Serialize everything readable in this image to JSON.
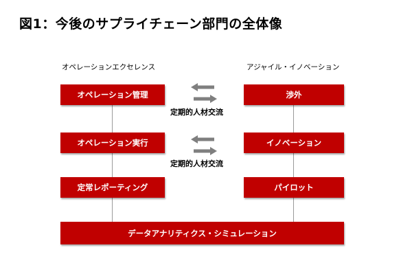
{
  "title": "図1：今後のサプライチェーン部門の全体像",
  "left_column": {
    "heading": "オペレーションエクセレンス",
    "boxes": [
      "オペレーション管理",
      "オペレーション実行",
      "定常レポーティング"
    ]
  },
  "right_column": {
    "heading": "アジャイル・イノベーション",
    "boxes": [
      "渉外",
      "イノベーション",
      "パイロット"
    ]
  },
  "exchange": [
    "定期的人材交流",
    "定期的人材交流"
  ],
  "bottom_box": "データアナリティクス・シミュレーション",
  "colors": {
    "box_red": "#c00000",
    "arrow_gray": "#7f7f7f",
    "line_gray": "#999999"
  }
}
